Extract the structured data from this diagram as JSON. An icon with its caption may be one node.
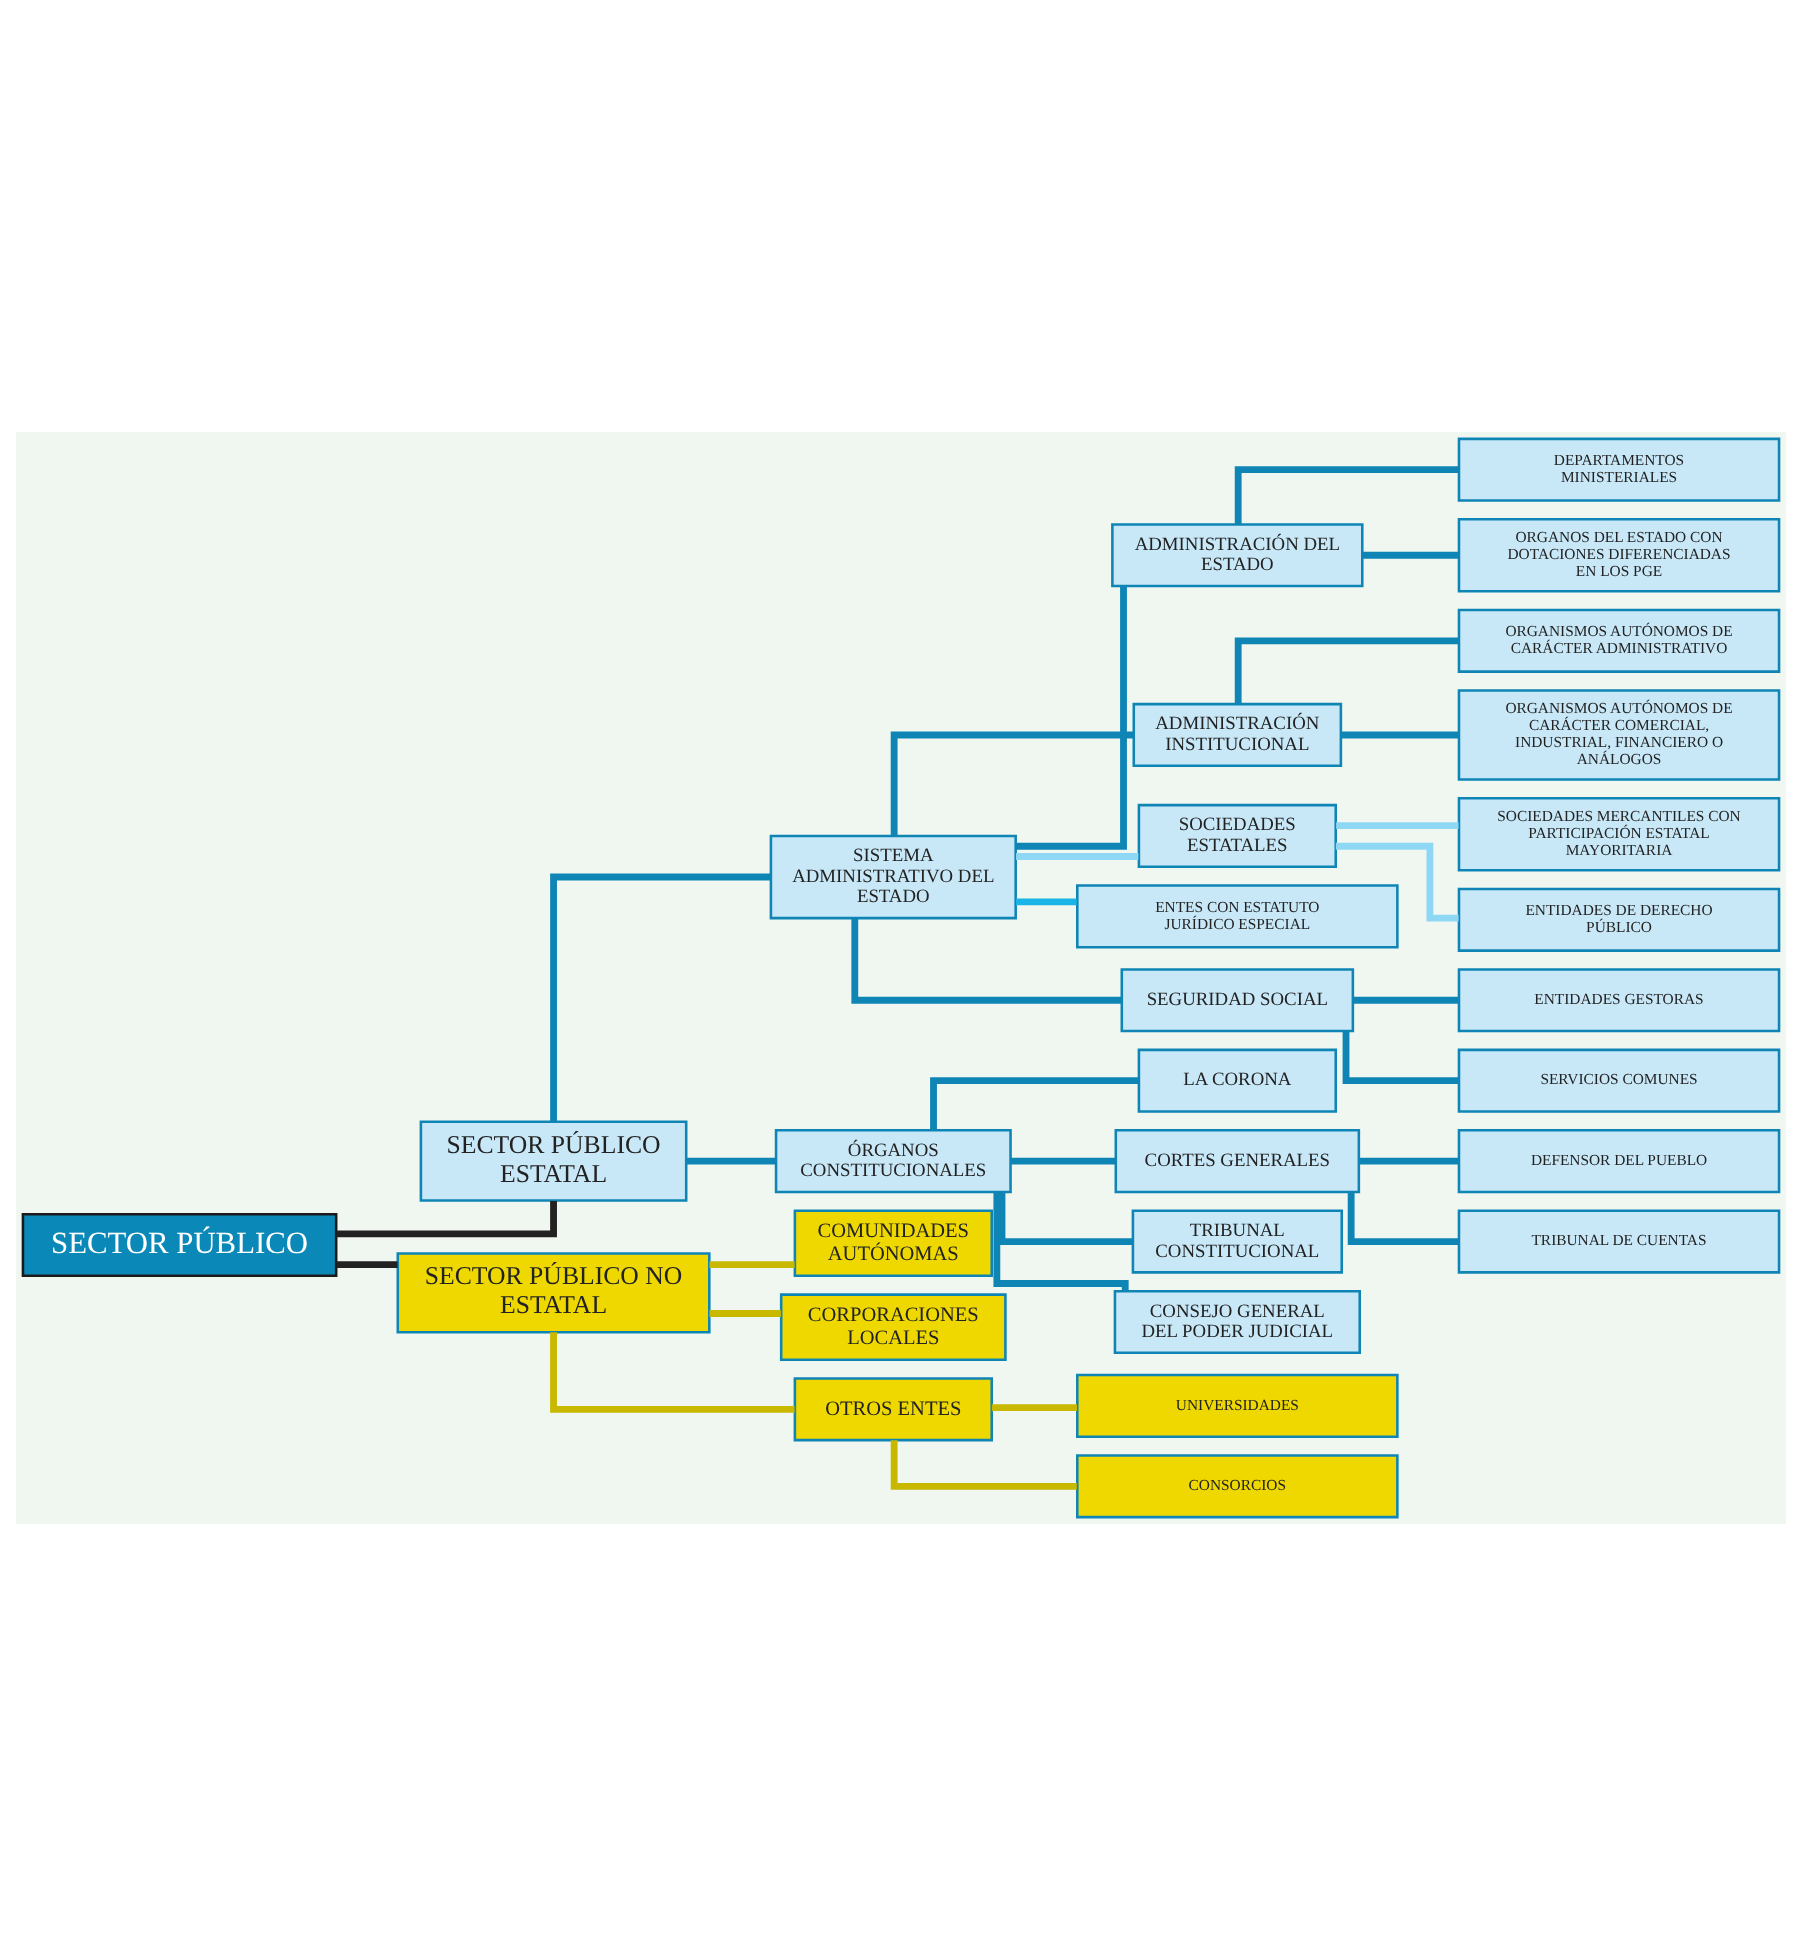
{
  "diagram": {
    "nodes": [
      {
        "text": [
          "SECTOR PÚBLICO"
        ]
      },
      {
        "text": [
          "SECTOR PÚBLICO ESTATAL"
        ]
      },
      {
        "text": [
          "SISTEMA ADMINISTRATIVO DEL ESTADO"
        ]
      },
      {
        "text": [
          "ADMINISTRACIÓN DEL ESTADO"
        ]
      },
      {
        "text": [
          "DEPARTAMENTOS MINISTERIALES"
        ]
      },
      {
        "text": [
          "ORGANOS DEL ESTADO CON DOTACIONES DIFERENCIADAS EN LOS PGE"
        ]
      },
      {
        "text": [
          "ADMINISTRACIÓN INSTITUCIONAL"
        ]
      },
      {
        "text": [
          "ORGANISMOS AUTÓNOMOS DE CARÁCTER ADMINISTRATIVO"
        ]
      },
      {
        "text": [
          "ORGANISMOS AUTÓNOMOS DE CARÁCTER COMERCIAL, INDUSTRIAL, FINANCIERO O ANÁLOGOS"
        ]
      },
      {
        "text": [
          "SOCIEDADES ESTATALES"
        ]
      },
      {
        "text": [
          "SOCIEDADES MERCANTILES CON PARTICIPACIÓN ESTATAL MAYORITARIA"
        ]
      },
      {
        "text": [
          "ENTIDADES DE DERECHO PÚBLICO"
        ]
      },
      {
        "text": [
          "ENTES CON ESTATUTO JURÍDICO ESPECIAL"
        ]
      },
      {
        "text": [
          "SEGURIDAD SOCIAL"
        ]
      },
      {
        "text": [
          "ENTIDADES GESTORAS"
        ]
      },
      {
        "text": [
          "SERVICIOS COMUNES"
        ]
      },
      {
        "text": [
          "ÓRGANOS CONSTITUCIONALES"
        ]
      },
      {
        "text": [
          "LA CORONA"
        ]
      },
      {
        "text": [
          "CORTES GENERALES"
        ]
      },
      {
        "text": [
          "DEFENSOR DEL PUEBLO"
        ]
      },
      {
        "text": [
          "TRIBUNAL DE CUENTAS"
        ]
      },
      {
        "text": [
          "TRIBUNAL CONSTITUCIONAL"
        ]
      },
      {
        "text": [
          "CONSEJO GENERAL DEL PODER JUDICIAL"
        ]
      },
      {
        "text": [
          "SECTOR PÚBLICO NO ESTATAL"
        ]
      },
      {
        "text": [
          "COMUNIDADES AUTÓNOMAS"
        ]
      },
      {
        "text": [
          "CORPORACIONES LOCALES"
        ]
      },
      {
        "text": [
          "OTROS ENTES"
        ]
      },
      {
        "text": [
          "UNIVERSIDADES"
        ]
      },
      {
        "text": [
          "CONSORCIOS"
        ]
      }
    ],
    "edges": [
      {
        "from": 0,
        "to": 1,
        "arrow": "none",
        "color": "#222222"
      },
      {
        "from": 0,
        "to": 23,
        "arrow": "none",
        "color": "#222222"
      },
      {
        "from": 1,
        "to": 2,
        "arrow": "none"
      },
      {
        "from": 1,
        "to": 16,
        "arrow": "none"
      },
      {
        "from": 2,
        "to": 3,
        "arrow": "none"
      },
      {
        "from": 2,
        "to": 6,
        "arrow": "none"
      },
      {
        "from": 2,
        "to": 9,
        "arrow": "none",
        "color": "#8fd8f5"
      },
      {
        "from": 2,
        "to": 12,
        "arrow": "none",
        "color": "#1ab4e6"
      },
      {
        "from": 2,
        "to": 13,
        "arrow": "none"
      },
      {
        "from": 3,
        "to": 4,
        "arrow": "none"
      },
      {
        "from": 3,
        "to": 5,
        "arrow": "none"
      },
      {
        "from": 6,
        "to": 7,
        "arrow": "none"
      },
      {
        "from": 6,
        "to": 8,
        "arrow": "none"
      },
      {
        "from": 9,
        "to": 10,
        "arrow": "none",
        "color": "#8fd8f5"
      },
      {
        "from": 9,
        "to": 11,
        "arrow": "none",
        "color": "#8fd8f5"
      },
      {
        "from": 13,
        "to": 14,
        "arrow": "none"
      },
      {
        "from": 13,
        "to": 15,
        "arrow": "none"
      },
      {
        "from": 16,
        "to": 17,
        "arrow": "none"
      },
      {
        "from": 16,
        "to": 18,
        "arrow": "none"
      },
      {
        "from": 16,
        "to": 21,
        "arrow": "none"
      },
      {
        "from": 16,
        "to": 22,
        "arrow": "none"
      },
      {
        "from": 18,
        "to": 19,
        "arrow": "none"
      },
      {
        "from": 18,
        "to": 20,
        "arrow": "none"
      },
      {
        "from": 23,
        "to": 24,
        "arrow": "none",
        "color": "#c8b800"
      },
      {
        "from": 23,
        "to": 25,
        "arrow": "none",
        "color": "#c8b800"
      },
      {
        "from": 23,
        "to": 26,
        "arrow": "none",
        "color": "#c8b800"
      },
      {
        "from": 26,
        "to": 27,
        "arrow": "none",
        "color": "#c8b800"
      },
      {
        "from": 26,
        "to": 28,
        "arrow": "none",
        "color": "#c8b800"
      }
    ]
  }
}
